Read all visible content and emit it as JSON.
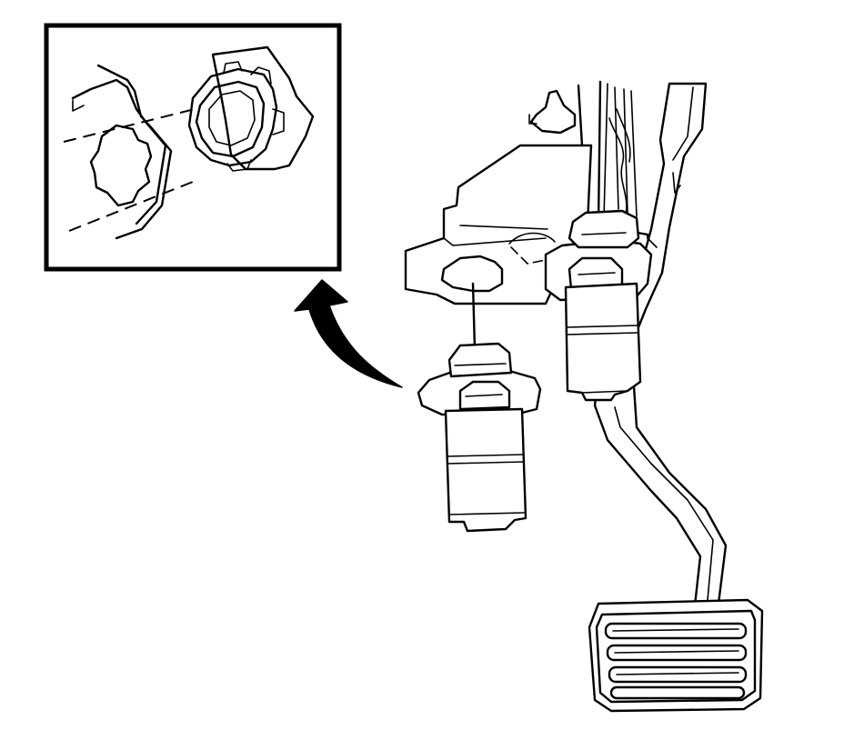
{
  "figure": {
    "background_color": "#ffffff",
    "line_color": "#000000",
    "components": [
      "detail-inset",
      "callout-arrow",
      "pedal-bracket",
      "switch-installed",
      "switch-removed",
      "brake-pedal-arm",
      "brake-pedal-pad"
    ]
  }
}
